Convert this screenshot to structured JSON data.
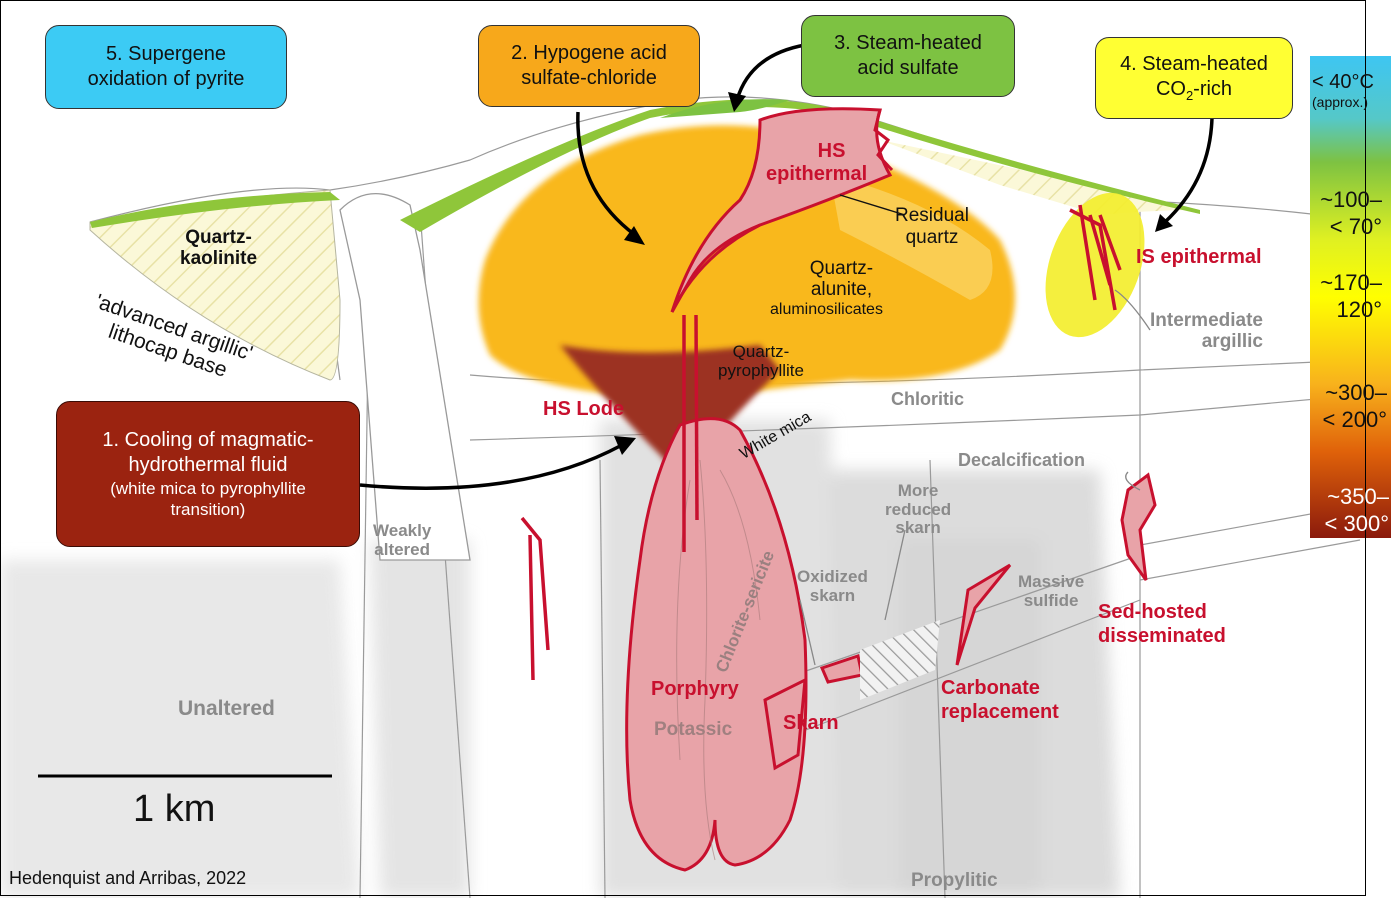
{
  "boxes": {
    "b1": {
      "line1": "1. Cooling of magmatic-",
      "line2": "hydrothermal fluid",
      "line3": "(white mica to pyrophyllite",
      "line4": "transition)",
      "color": "#9b2310"
    },
    "b2": {
      "line1": "2. Hypogene acid",
      "line2": "sulfate-chloride",
      "color": "#f7a81b"
    },
    "b3": {
      "line1": "3. Steam-heated",
      "line2": "acid sulfate",
      "color": "#7dc242"
    },
    "b4": {
      "line1": "4. Steam-heated",
      "line2_pre": "CO",
      "line2_sub": "2",
      "line2_post": "-rich",
      "color": "#ffff33"
    },
    "b5": {
      "line1": "5. Supergene",
      "line2": "oxidation of pyrite",
      "color": "#3ccbf4"
    }
  },
  "labels": {
    "quartz_kaolinite_1": "Quartz-",
    "quartz_kaolinite_2": "kaolinite",
    "lithocap_1": "'advanced argillic'",
    "lithocap_2": "lithocap base",
    "hs_epithermal_1": "HS",
    "hs_epithermal_2": "epithermal",
    "residual_quartz_1": "Residual",
    "residual_quartz_2": "quartz",
    "quartz_alunite_1": "Quartz-",
    "quartz_alunite_2": "alunite,",
    "quartz_alunite_3": "aluminosilicates",
    "quartz_pyrophyllite_1": "Quartz-",
    "quartz_pyrophyllite_2": "pyrophyllite",
    "hs_lode": "HS Lode",
    "white_mica": "White mica",
    "chloritic": "Chloritic",
    "is_epithermal": "IS epithermal",
    "intermediate_argillic_1": "Intermediate",
    "intermediate_argillic_2": "argillic",
    "decalcification": "Decalcification",
    "more_reduced_1": "More",
    "more_reduced_2": "reduced",
    "more_reduced_3": "skarn",
    "oxidized_1": "Oxidized",
    "oxidized_2": "skarn",
    "massive_1": "Massive",
    "massive_2": "sulfide",
    "sed_hosted_1": "Sed-hosted",
    "sed_hosted_2": "disseminated",
    "carbonate_1": "Carbonate",
    "carbonate_2": "replacement",
    "weakly_1": "Weakly",
    "weakly_2": "altered",
    "chlorite_sericite": "Chlorite-sericite",
    "porphyry": "Porphyry",
    "potassic": "Potassic",
    "skarn": "Skarn",
    "unaltered": "Unaltered",
    "propylitic": "Propylitic"
  },
  "scale_bar": {
    "label": "1 km"
  },
  "credit": "Hedenquist and Arribas, 2022",
  "temperature_scale": {
    "t1_line1": "< 40°C",
    "t1_line2": "(approx.)",
    "t2_line1": "~100–",
    "t2_line2": "< 70°",
    "t3_line1": "~170–",
    "t3_line2": "120°",
    "t4_line1": "~300–",
    "t4_line2": "< 200°",
    "t5_line1": "~350–",
    "t5_line2": "< 300°",
    "gradient_colors": [
      "#44c8f0",
      "#7dc242",
      "#ffff00",
      "#f7a81b",
      "#e0620a",
      "#8b1a0c"
    ]
  },
  "colors": {
    "ore_red": "#c8102e",
    "ore_fill": "#e8a3a8",
    "lithocap_orange": "#f9b81f",
    "lode_dark": "#a5352a",
    "green_cap": "#8fc63a",
    "grey_zone": "#d6d6d6"
  }
}
